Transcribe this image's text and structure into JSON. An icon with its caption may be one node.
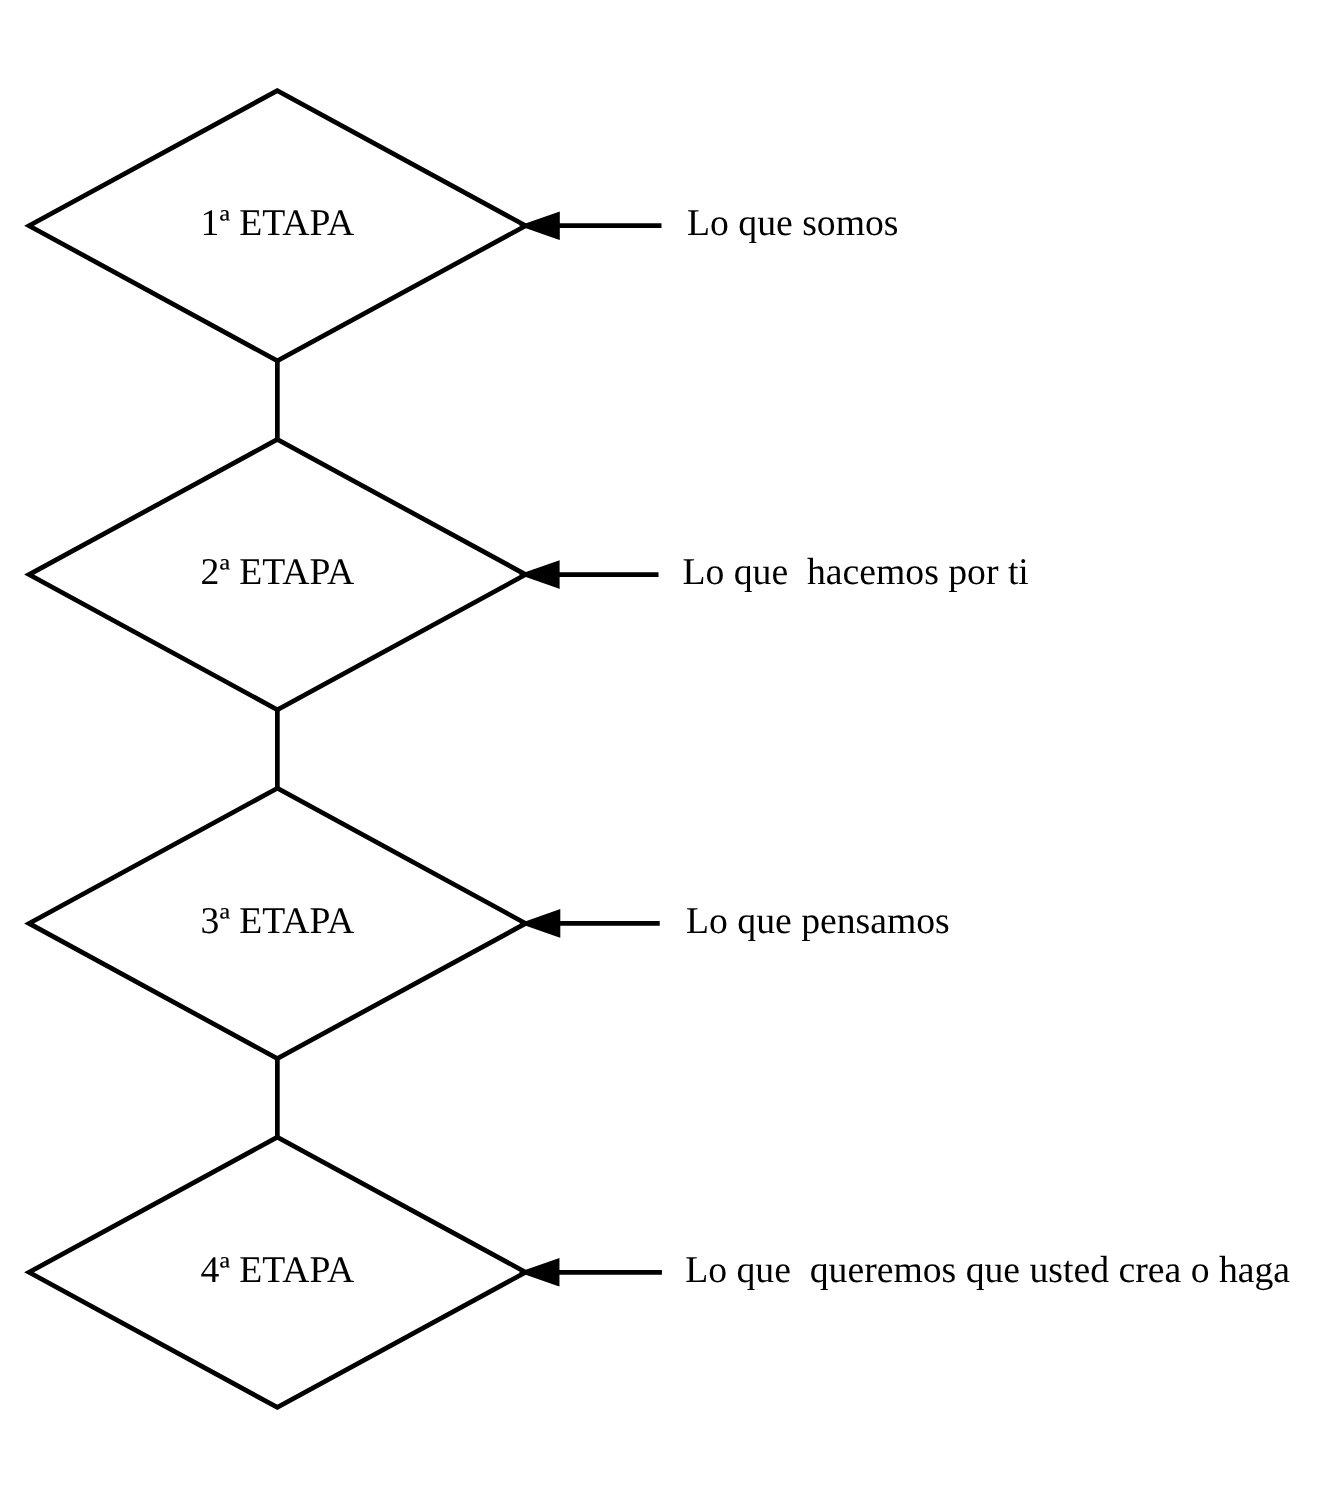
{
  "diagram": {
    "nodes": [
      {
        "text": [
          "1ª ETAPA"
        ]
      },
      {
        "text": [
          "Lo que somos"
        ]
      },
      {
        "text": [
          "2ª ETAPA"
        ]
      },
      {
        "text": [
          "Lo que  hacemos por ti"
        ]
      },
      {
        "text": [
          "3ª ETAPA"
        ]
      },
      {
        "text": [
          "Lo que pensamos"
        ]
      },
      {
        "text": [
          "4ª ETAPA"
        ]
      },
      {
        "text": [
          "Lo que  queremos que usted crea o haga"
        ]
      }
    ],
    "edges": [
      {
        "from": 0,
        "to": 2,
        "arrow": "none"
      },
      {
        "from": 2,
        "to": 4,
        "arrow": "none"
      },
      {
        "from": 4,
        "to": 6,
        "arrow": "none"
      },
      {
        "from": 1,
        "to": 0,
        "arrow": "to"
      },
      {
        "from": 3,
        "to": 2,
        "arrow": "to"
      },
      {
        "from": 5,
        "to": 4,
        "arrow": "to"
      },
      {
        "from": 7,
        "to": 6,
        "arrow": "to"
      }
    ]
  }
}
